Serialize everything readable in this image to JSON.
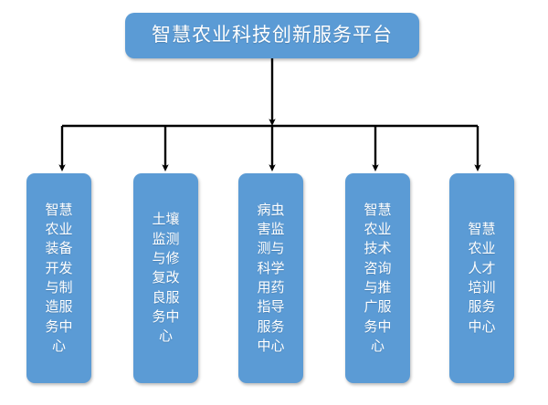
{
  "diagram": {
    "type": "organization-tree",
    "orientation": "top-down",
    "background_color": "#FFFFFF",
    "node_color": "#5B9BD5",
    "node_text_color": "#FFFFFF",
    "connector_color": "#000000",
    "root": {
      "label": "智慧农业科技创新服务平台"
    },
    "children": [
      {
        "label": "智慧农业装备开发与制造服务中心"
      },
      {
        "label": "土壤监测与修复改良服务中心"
      },
      {
        "label": "病虫害监测与科学用药指导服务中心"
      },
      {
        "label": "智慧农业技术咨询与推广服务中心"
      },
      {
        "label": "智慧农业人才培训服务中心"
      }
    ]
  }
}
